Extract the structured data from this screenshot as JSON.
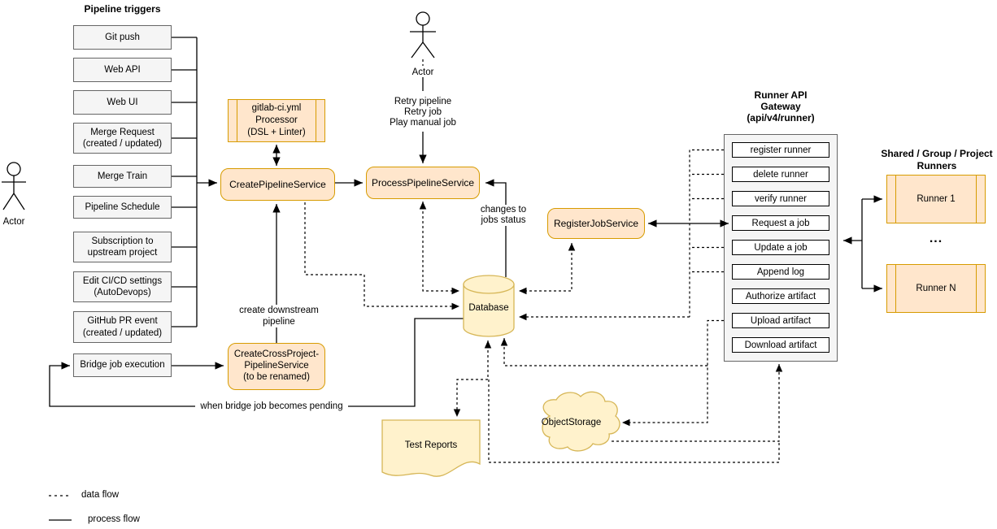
{
  "triggers": {
    "header": "Pipeline triggers",
    "items": [
      "Git push",
      "Web API",
      "Web UI",
      "Merge Request (created / updated)",
      "Merge Train",
      "Pipeline Schedule",
      "Subscription to upstream project",
      "Edit CI/CD settings (AutoDevops)",
      "GitHub PR event (created / updated)",
      "Bridge job execution"
    ]
  },
  "actors": {
    "left": "Actor",
    "top": "Actor"
  },
  "nodes": {
    "processor_lines": [
      "gitlab-ci.yml",
      "Processor",
      "(DSL + Linter)"
    ],
    "create_pipeline": "CreatePipelineService",
    "process_pipeline": "ProcessPipelineService",
    "register_job": "RegisterJobService",
    "cross_project_lines": [
      "CreateCrossProject-",
      "PipelineService",
      "(to be renamed)"
    ],
    "database": "Database",
    "test_reports": "Test Reports",
    "object_storage": "ObjectStorage"
  },
  "annotations": {
    "retry_lines": [
      "Retry pipeline",
      "Retry job",
      "Play manual job"
    ],
    "changes_lines": [
      "changes to",
      "jobs status"
    ],
    "create_downstream_lines": [
      "create downstream",
      "pipeline"
    ],
    "when_bridge": "when bridge job becomes pending",
    "ellipsis": "..."
  },
  "gateway": {
    "title_lines": [
      "Runner API",
      "Gateway",
      "(api/v4/runner)"
    ],
    "items": [
      "register runner",
      "delete runner",
      "verify runner",
      "Request a job",
      "Update a job",
      "Append log",
      "Authorize artifact",
      "Upload artifact",
      "Download artifact"
    ]
  },
  "runners": {
    "title_lines": [
      "Shared / Group / Project",
      "Runners"
    ],
    "runner_first": "Runner 1",
    "runner_last": "Runner N"
  },
  "legend": {
    "data_flow": "data flow",
    "process_flow": "process flow"
  },
  "colors": {
    "service_fill": "#ffe6cc",
    "service_stroke": "#d79b00",
    "storage_fill": "#fff2cc",
    "storage_stroke": "#d6b656",
    "panel_fill": "#f5f5f5",
    "panel_stroke": "#666666"
  }
}
